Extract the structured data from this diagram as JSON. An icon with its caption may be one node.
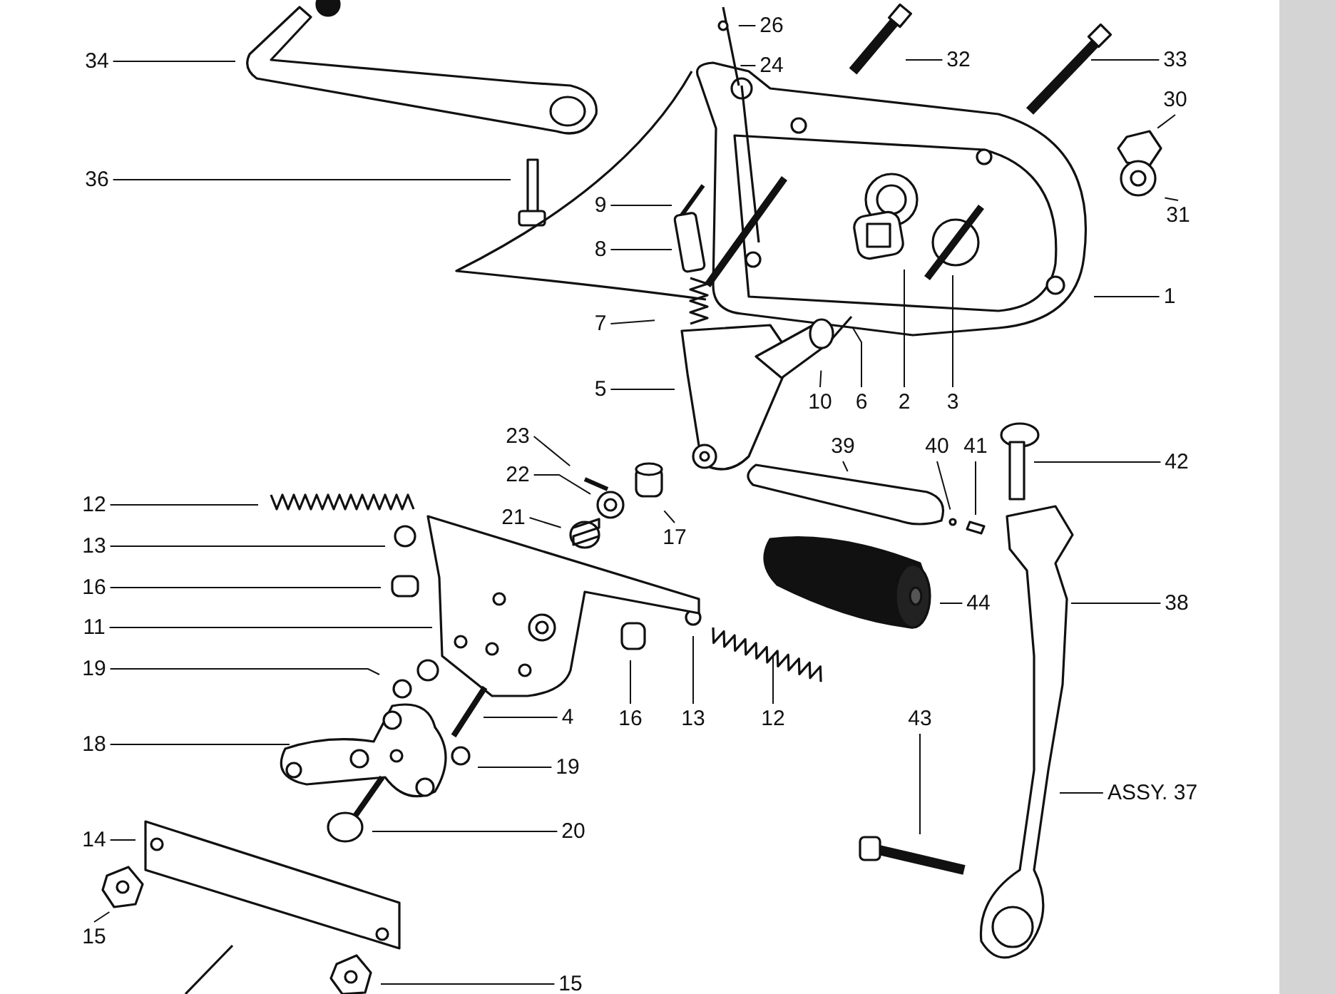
{
  "diagram": {
    "nodes": [
      {
        "text": [
          "34"
        ]
      },
      {
        "text": [
          "36"
        ]
      },
      {
        "text": [
          "26"
        ]
      },
      {
        "text": [
          "24"
        ]
      },
      {
        "text": [
          "32"
        ]
      },
      {
        "text": [
          "33"
        ]
      },
      {
        "text": [
          "30"
        ]
      },
      {
        "text": [
          "31"
        ]
      },
      {
        "text": [
          "9"
        ]
      },
      {
        "text": [
          "8"
        ]
      },
      {
        "text": [
          "7"
        ]
      },
      {
        "text": [
          "1"
        ]
      },
      {
        "text": [
          "5"
        ]
      },
      {
        "text": [
          "10"
        ]
      },
      {
        "text": [
          "6"
        ]
      },
      {
        "text": [
          "2"
        ]
      },
      {
        "text": [
          "3"
        ]
      },
      {
        "text": [
          "23"
        ]
      },
      {
        "text": [
          "22"
        ]
      },
      {
        "text": [
          "21"
        ]
      },
      {
        "text": [
          "17"
        ]
      },
      {
        "text": [
          "39"
        ]
      },
      {
        "text": [
          "40"
        ]
      },
      {
        "text": [
          "41"
        ]
      },
      {
        "text": [
          "42"
        ]
      },
      {
        "text": [
          "12"
        ]
      },
      {
        "text": [
          "13"
        ]
      },
      {
        "text": [
          "16"
        ]
      },
      {
        "text": [
          "11"
        ]
      },
      {
        "text": [
          "19"
        ]
      },
      {
        "text": [
          "18"
        ]
      },
      {
        "text": [
          "4"
        ]
      },
      {
        "text": [
          "19"
        ]
      },
      {
        "text": [
          "20"
        ]
      },
      {
        "text": [
          "16"
        ]
      },
      {
        "text": [
          "13"
        ]
      },
      {
        "text": [
          "12"
        ]
      },
      {
        "text": [
          "44"
        ]
      },
      {
        "text": [
          "38"
        ]
      },
      {
        "text": [
          "43"
        ]
      },
      {
        "text": [
          "ASSY. 37"
        ]
      },
      {
        "text": [
          "14"
        ]
      },
      {
        "text": [
          "15"
        ]
      },
      {
        "text": [
          "15"
        ]
      }
    ],
    "edges": [
      {
        "from": 0,
        "to": null,
        "arrow": "none"
      },
      {
        "from": 1,
        "to": null,
        "arrow": "none"
      },
      {
        "from": 2,
        "to": null,
        "arrow": "none"
      },
      {
        "from": 3,
        "to": null,
        "arrow": "none"
      },
      {
        "from": 4,
        "to": null,
        "arrow": "none"
      },
      {
        "from": 5,
        "to": null,
        "arrow": "none"
      },
      {
        "from": 6,
        "to": null,
        "arrow": "none"
      },
      {
        "from": 7,
        "to": null,
        "arrow": "none"
      },
      {
        "from": 8,
        "to": null,
        "arrow": "none"
      },
      {
        "from": 9,
        "to": null,
        "arrow": "none"
      },
      {
        "from": 10,
        "to": null,
        "arrow": "none"
      },
      {
        "from": 11,
        "to": null,
        "arrow": "none"
      },
      {
        "from": 12,
        "to": null,
        "arrow": "none"
      },
      {
        "from": 13,
        "to": null,
        "arrow": "none"
      },
      {
        "from": 14,
        "to": null,
        "arrow": "none"
      },
      {
        "from": 15,
        "to": null,
        "arrow": "none"
      },
      {
        "from": 16,
        "to": null,
        "arrow": "none"
      },
      {
        "from": 17,
        "to": null,
        "arrow": "none"
      },
      {
        "from": 18,
        "to": null,
        "arrow": "none"
      },
      {
        "from": 19,
        "to": null,
        "arrow": "none"
      },
      {
        "from": 20,
        "to": null,
        "arrow": "none"
      },
      {
        "from": 21,
        "to": null,
        "arrow": "none"
      },
      {
        "from": 22,
        "to": null,
        "arrow": "none"
      },
      {
        "from": 23,
        "to": null,
        "arrow": "none"
      },
      {
        "from": 24,
        "to": null,
        "arrow": "none"
      },
      {
        "from": 25,
        "to": null,
        "arrow": "none"
      },
      {
        "from": 26,
        "to": null,
        "arrow": "none"
      },
      {
        "from": 27,
        "to": null,
        "arrow": "none"
      },
      {
        "from": 28,
        "to": null,
        "arrow": "none"
      },
      {
        "from": 29,
        "to": null,
        "arrow": "none"
      },
      {
        "from": 30,
        "to": null,
        "arrow": "none"
      },
      {
        "from": 31,
        "to": null,
        "arrow": "none"
      },
      {
        "from": 32,
        "to": null,
        "arrow": "none"
      },
      {
        "from": 33,
        "to": null,
        "arrow": "none"
      },
      {
        "from": 34,
        "to": null,
        "arrow": "none"
      },
      {
        "from": 35,
        "to": null,
        "arrow": "none"
      },
      {
        "from": 36,
        "to": null,
        "arrow": "none"
      },
      {
        "from": 37,
        "to": null,
        "arrow": "none"
      },
      {
        "from": 38,
        "to": null,
        "arrow": "none"
      },
      {
        "from": 39,
        "to": null,
        "arrow": "none"
      },
      {
        "from": 40,
        "to": null,
        "arrow": "none"
      },
      {
        "from": 41,
        "to": null,
        "arrow": "none"
      },
      {
        "from": 42,
        "to": null,
        "arrow": "none"
      },
      {
        "from": 43,
        "to": null,
        "arrow": "none"
      }
    ]
  }
}
